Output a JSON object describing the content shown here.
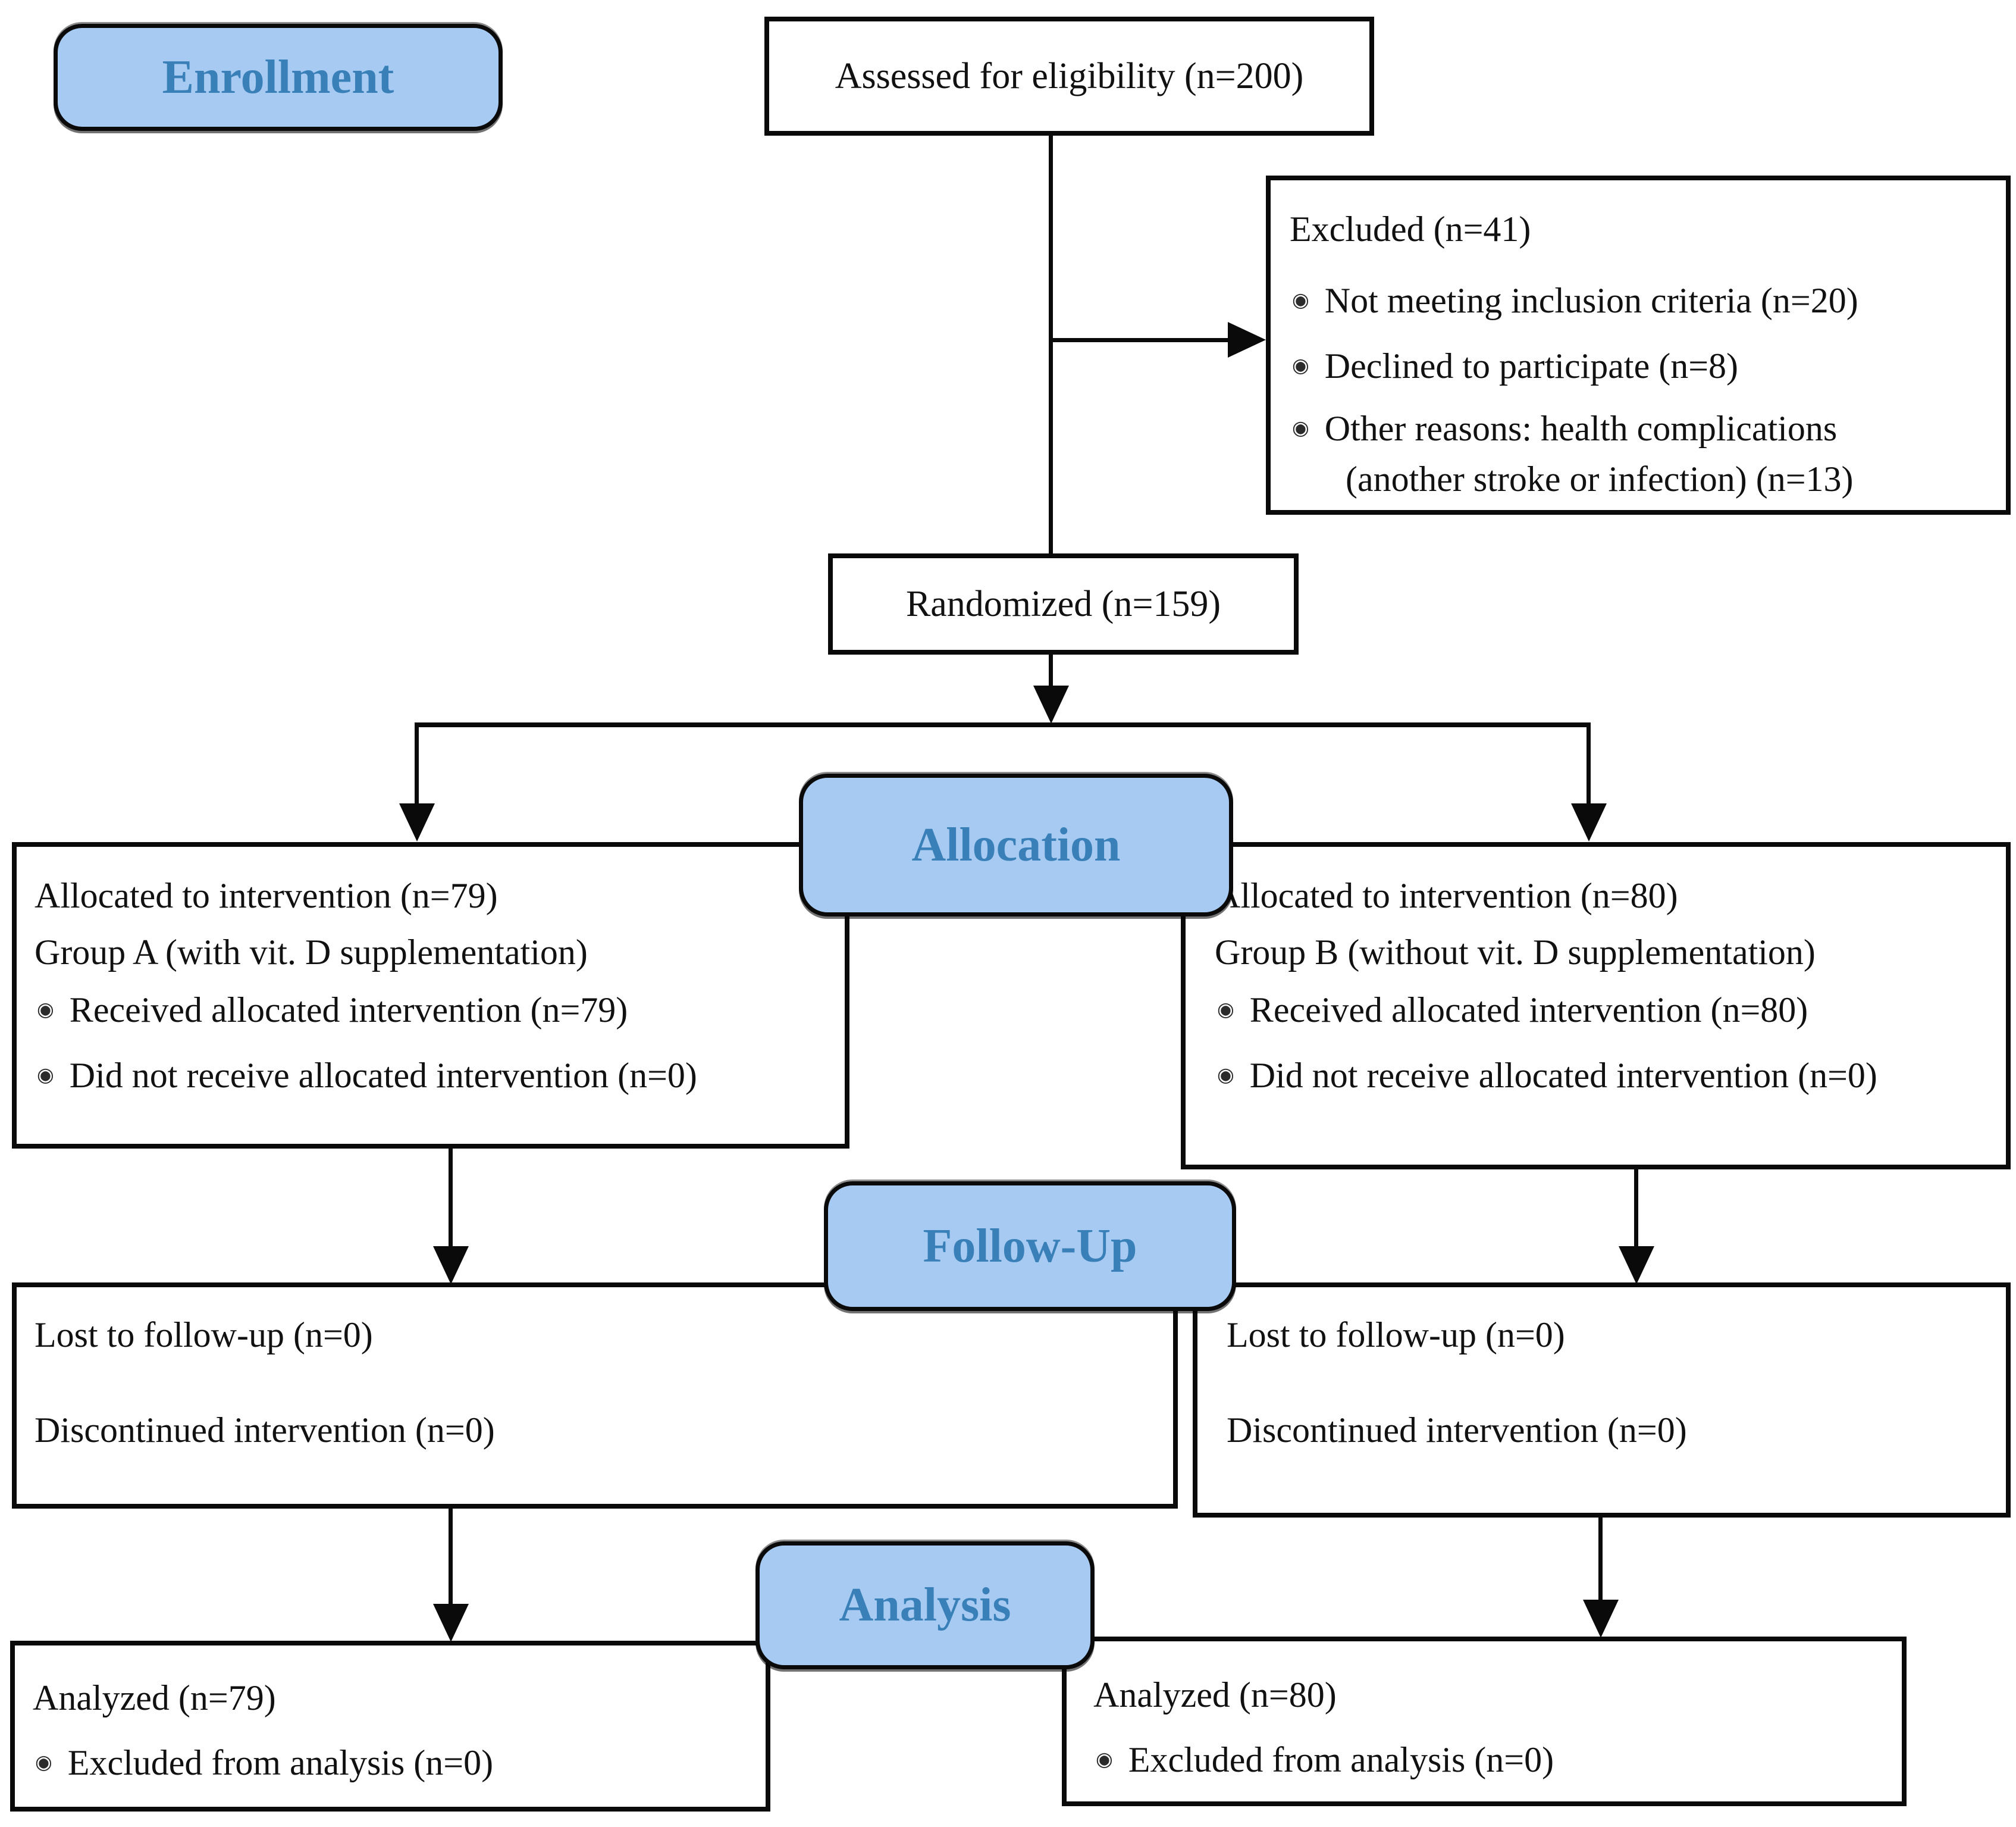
{
  "stages": {
    "enrollment": "Enrollment",
    "allocation": "Allocation",
    "followup": "Follow-Up",
    "analysis": "Analysis"
  },
  "boxes": {
    "assessed": "Assessed for eligibility (n=200)",
    "excluded": {
      "title": "Excluded (n=41)",
      "items": [
        "Not meeting inclusion criteria (n=20)",
        "Declined to participate (n=8)",
        "Other reasons: health complications"
      ],
      "continuation": "(another stroke or infection) (n=13)"
    },
    "randomized": "Randomized (n=159)",
    "alloc_left": {
      "line1": "Allocated to intervention (n=79)",
      "line2": "Group A (with vit. D supplementation)",
      "bullets": [
        "Received allocated intervention (n=79)",
        "Did not receive allocated intervention (n=0)"
      ]
    },
    "alloc_right": {
      "line1": "Allocated to intervention (n=80)",
      "line2": "Group B (without vit. D supplementation)",
      "bullets": [
        "Received allocated intervention (n=80)",
        "Did not receive allocated intervention (n=0)"
      ]
    },
    "followup_left": {
      "line1": "Lost to follow-up (n=0)",
      "line2": "Discontinued intervention (n=0)"
    },
    "followup_right": {
      "line1": "Lost to follow-up (n=0)",
      "line2": "Discontinued intervention (n=0)"
    },
    "analysis_left": {
      "line1": "Analyzed (n=79)",
      "bullet": "Excluded from analysis (n=0)"
    },
    "analysis_right": {
      "line1": "Analyzed (n=80)",
      "bullet": "Excluded from analysis (n=0)"
    }
  },
  "icons": {
    "bullet": "◉"
  },
  "colors": {
    "pill_fill": "#a6caf2",
    "pill_text": "#3a80b8",
    "line_color": "#0a0a0a"
  }
}
